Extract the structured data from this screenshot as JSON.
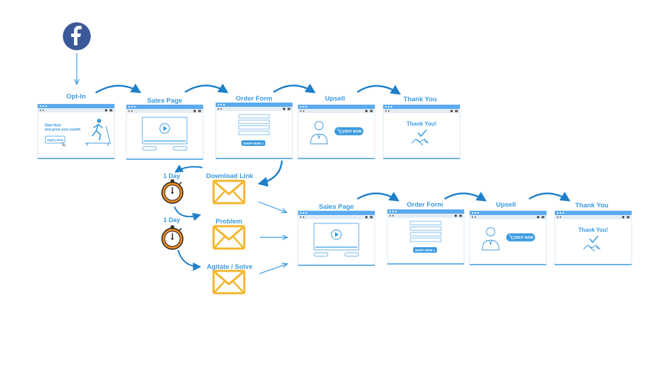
{
  "source_icon": "facebook-icon",
  "funnel_top": [
    {
      "label": "Opt-In",
      "type": "optin",
      "headline_1": "Start Now",
      "headline_2": "and grow your wealth",
      "button": "Apply Now"
    },
    {
      "label": "Sales Page",
      "type": "sales"
    },
    {
      "label": "Order Form",
      "type": "order",
      "button": "SHOP NOW"
    },
    {
      "label": "Upsell",
      "type": "upsell",
      "button": "BUY NOW"
    },
    {
      "label": "Thank You",
      "type": "thanks",
      "headline": "Thank You!"
    }
  ],
  "emails": [
    {
      "label": "Download Link"
    },
    {
      "label": "Problem"
    },
    {
      "label": "Agitate / Solve"
    }
  ],
  "delays": [
    {
      "label": "1 Day"
    },
    {
      "label": "1 Day"
    }
  ],
  "funnel_bottom": [
    {
      "label": "Sales Page",
      "type": "sales"
    },
    {
      "label": "Order Form",
      "type": "order",
      "button": "SHOP NOW"
    },
    {
      "label": "Upsell",
      "type": "upsell",
      "button": "BUY NOW"
    },
    {
      "label": "Thank You",
      "type": "thanks",
      "headline": "Thank You!"
    }
  ],
  "colors": {
    "accent": "#3a9ae0",
    "facebook": "#3b5998",
    "envelope": "#f5b52b",
    "timer": "#f08c1f"
  }
}
